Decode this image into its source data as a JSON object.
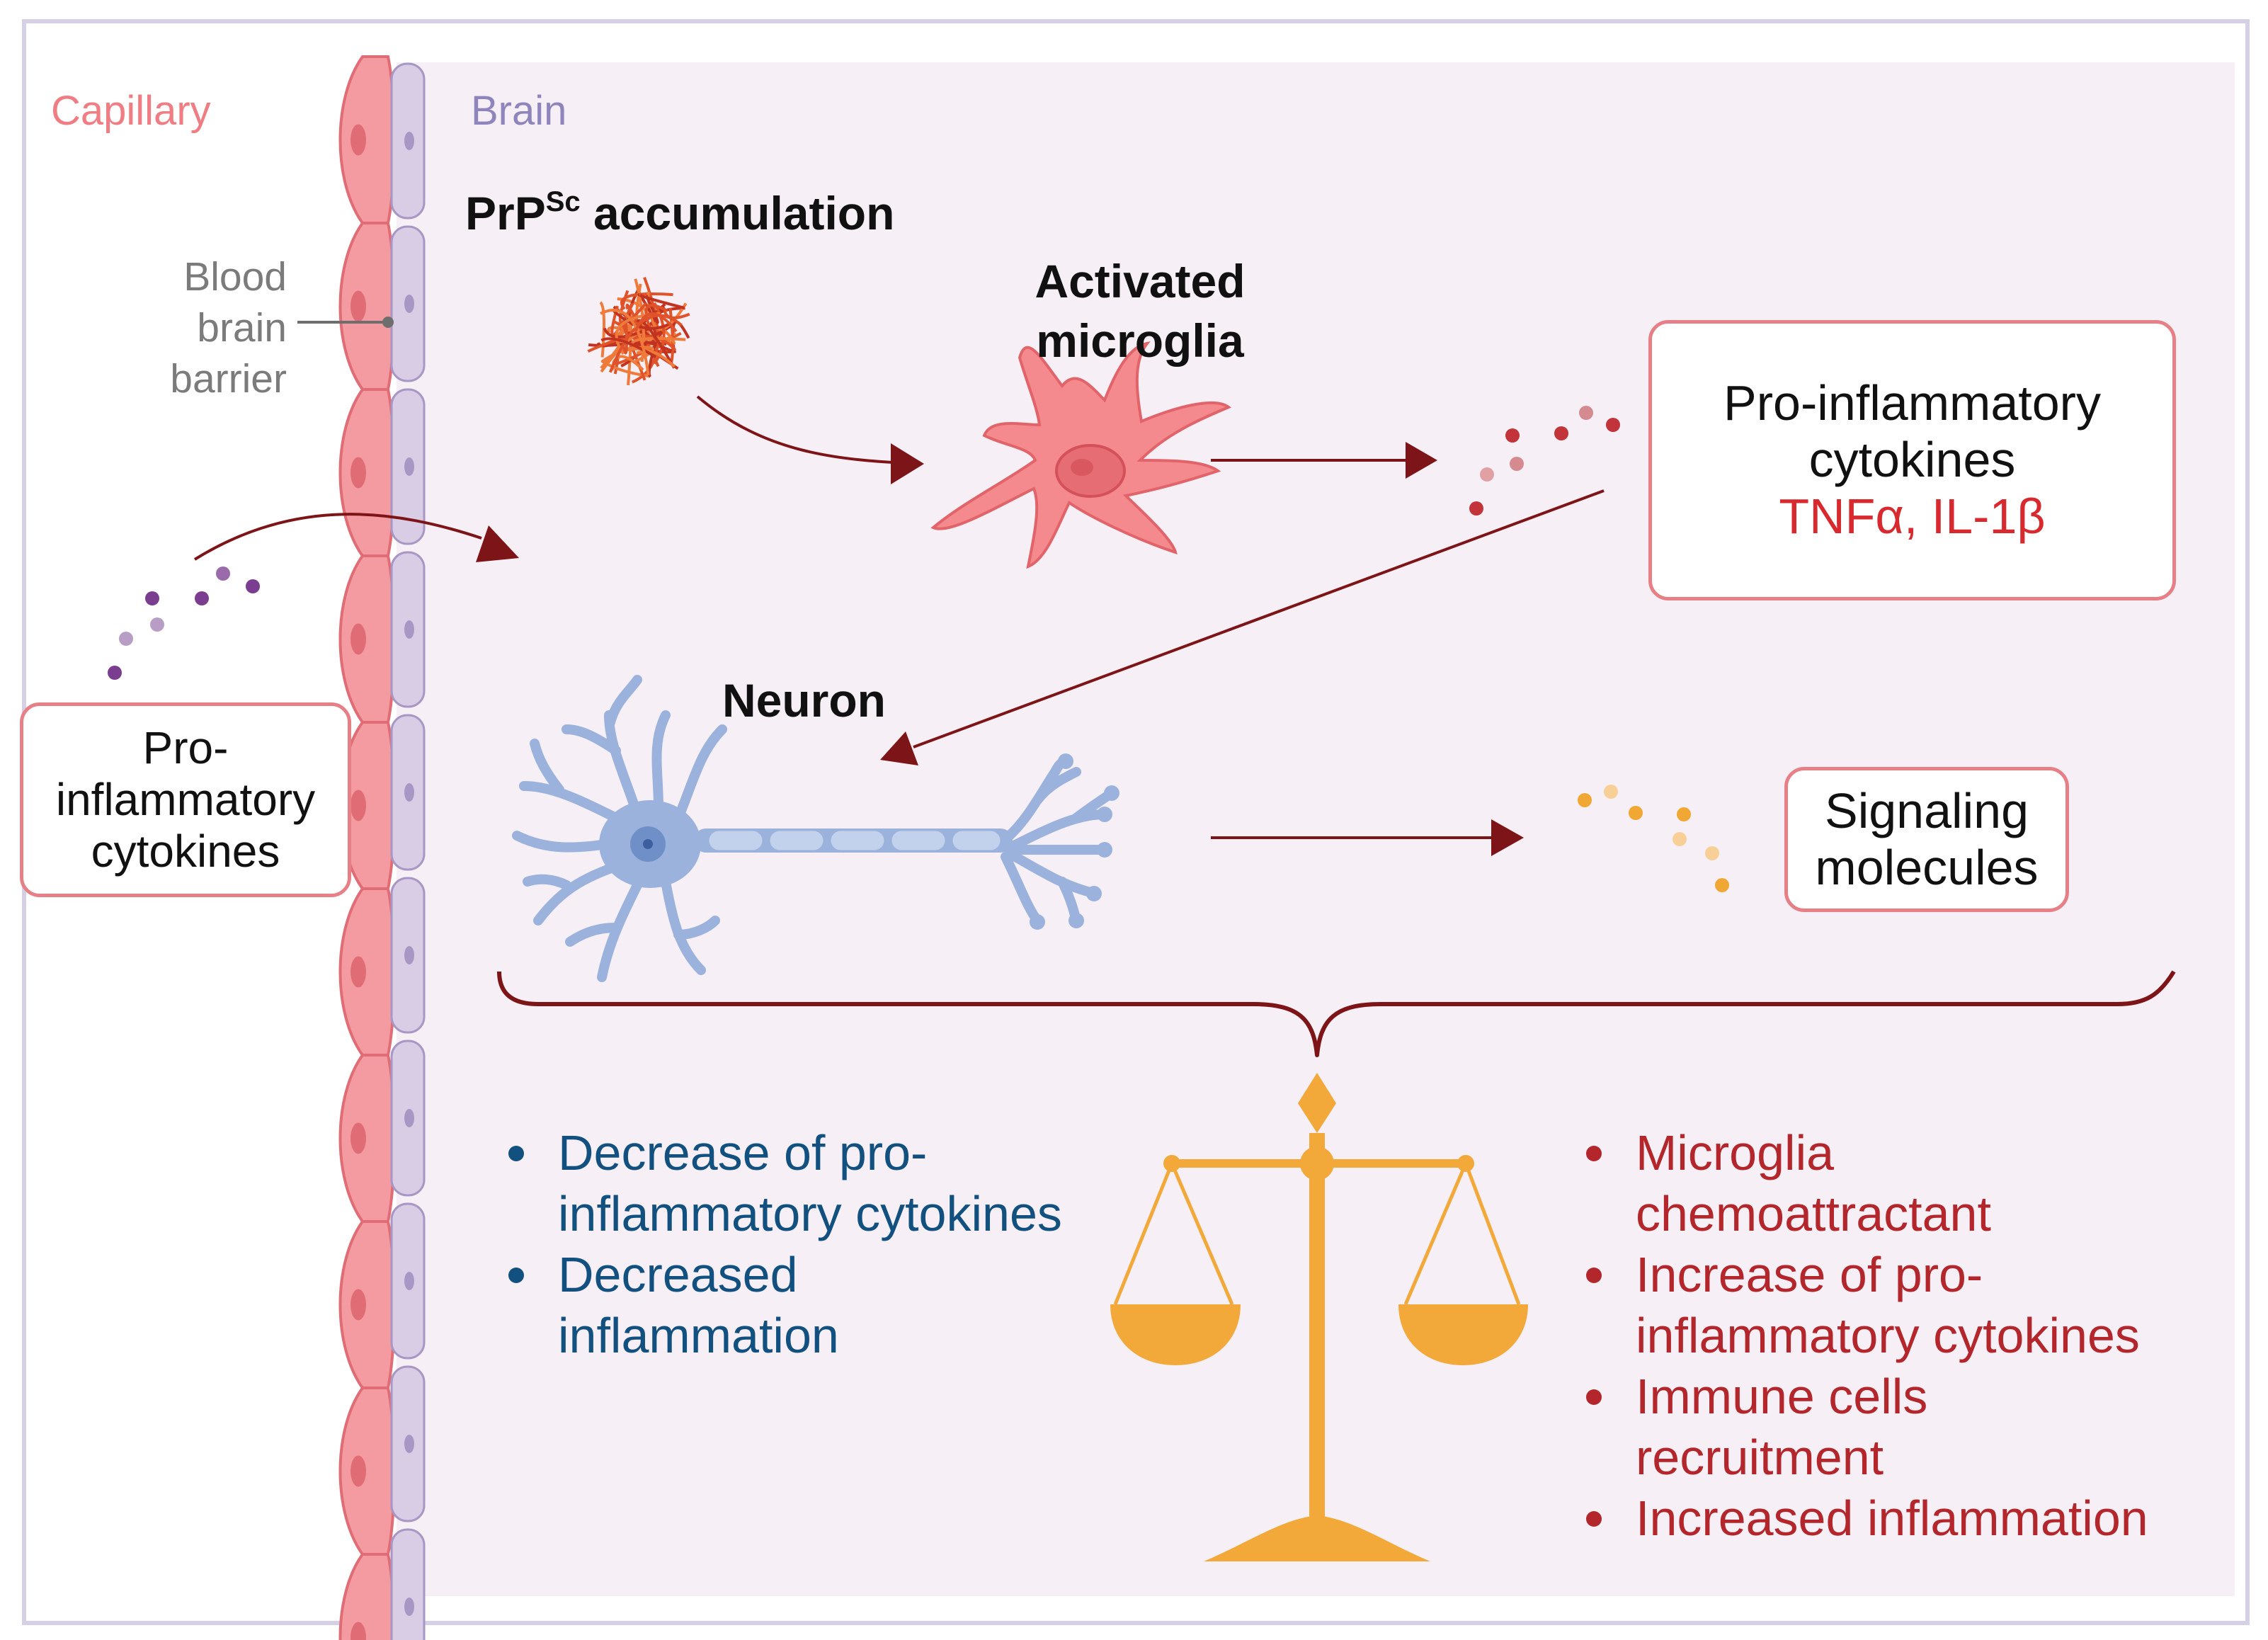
{
  "regions": {
    "capillary": "Capillary",
    "brain": "Brain"
  },
  "bbb_label": [
    "Blood",
    "brain",
    "barrier"
  ],
  "prpsc": {
    "base": "PrP",
    "superscript": "Sc",
    "rest": " accumulation"
  },
  "microglia_label": [
    "Activated",
    "microglia"
  ],
  "neuron_label": "Neuron",
  "cytokine_box_right": {
    "lines": [
      "Pro-inflammatory",
      "cytokines"
    ],
    "highlight": "TNFα,  IL-1β"
  },
  "cytokine_box_left": {
    "lines": [
      "Pro-",
      "inflammatory",
      "cytokines"
    ]
  },
  "signaling_box": {
    "lines": [
      "Signaling",
      "molecules"
    ]
  },
  "anti_inflammatory_list": [
    [
      "Decrease of pro-",
      "inflammatory cytokines"
    ],
    [
      "Decreased",
      "inflammation"
    ]
  ],
  "pro_inflammatory_list": [
    [
      "Microglia",
      "chemoattractant"
    ],
    [
      "Increase of pro-",
      "inflammatory cytokines"
    ],
    [
      "Immune cells",
      "recruitment"
    ],
    [
      "Increased inflammation"
    ]
  ],
  "colors": {
    "frame": "#d6d0e6",
    "brain_bg": "#f6eff5",
    "capillary_text": "#ef7d83",
    "brain_text": "#8f85bd",
    "endothelial": "#f49ba1",
    "endothelial_stroke": "#e06d76",
    "glia_cells": "#d9cde6",
    "glia_stroke": "#a897c4",
    "arrow": "#7d1417",
    "box_border": "#e77f86",
    "tnf_text": "#d7292e",
    "blue_text": "#12517f",
    "red_text": "#b3262b",
    "scale": "#f2a93a",
    "neuron": "#9ab2dc",
    "microglia": "#f48a8d",
    "cytokine_dots": "#c2333a",
    "purple_dots": "#7b3d8f",
    "signal_dots": "#f0a734"
  }
}
